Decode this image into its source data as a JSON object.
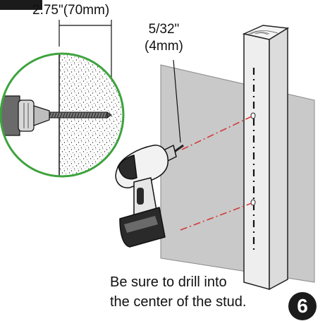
{
  "labels": {
    "drill_depth": "2.75\"(70mm)",
    "bit_size_line1": "5/32\"",
    "bit_size_line2": "(4mm)"
  },
  "instruction": {
    "line1": "Be sure to drill into",
    "line2": "the center of the stud."
  },
  "step_number": "6",
  "colors": {
    "wall": "#c9c9c9",
    "stud": "#e6e6e6",
    "drill_line": "#d23a3a",
    "inset_ring": "#3da33d",
    "badge": "#1b1b1b"
  }
}
